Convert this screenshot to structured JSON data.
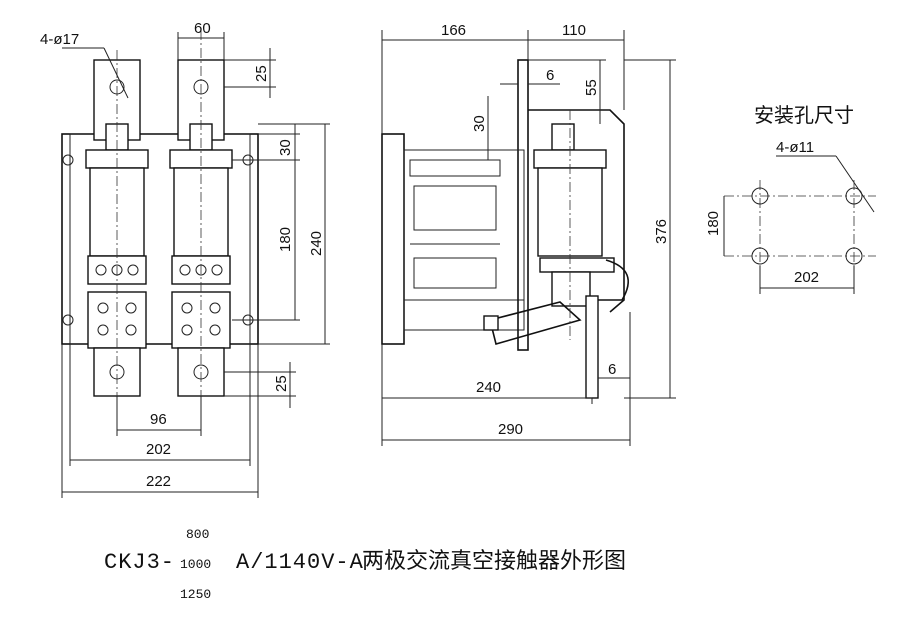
{
  "front_view": {
    "hole_note": "4-ø17",
    "dim_top_width": "60",
    "dim_top_offset": "25",
    "dim_upper_offset": "30",
    "dim_mid_height": "180",
    "dim_total_height": "240",
    "dim_bottom_offset": "25",
    "dim_96": "96",
    "dim_202": "202",
    "dim_222": "222"
  },
  "side_view": {
    "dim_166": "166",
    "dim_110": "110",
    "dim_6_top": "6",
    "dim_55": "55",
    "dim_30": "30",
    "dim_376": "376",
    "dim_240": "240",
    "dim_6_bottom": "6",
    "dim_290": "290"
  },
  "mounting": {
    "heading": "安装孔尺寸",
    "hole_note": "4-ø11",
    "dim_180": "180",
    "dim_202": "202"
  },
  "title_block": {
    "model": "CKJ3-",
    "currents": [
      "800",
      "1000",
      "1250"
    ],
    "rating": "A/1140V-A",
    "description": "两极交流真空接触器外形图"
  }
}
